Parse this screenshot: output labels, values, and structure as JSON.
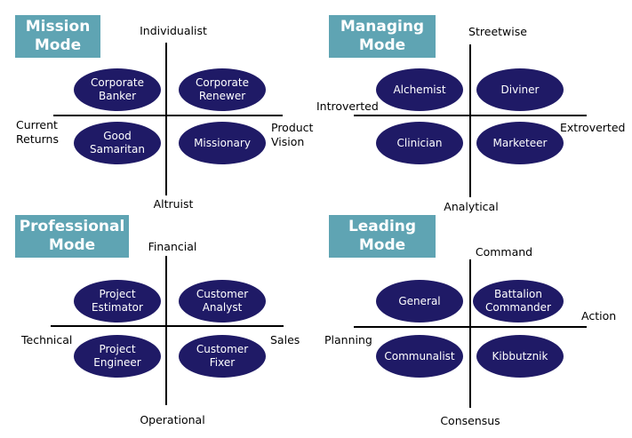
{
  "quadrants": [
    {
      "title": [
        "Mission",
        "Mode"
      ],
      "axes": {
        "top": "Individualist",
        "bottom": "Altruist",
        "left": [
          "Current",
          "Returns"
        ],
        "right": [
          "Product",
          "Vision"
        ]
      },
      "items": [
        [
          "Corporate",
          "Banker"
        ],
        [
          "Corporate",
          "Renewer"
        ],
        [
          "Good",
          "Samaritan"
        ],
        [
          "Missionary"
        ]
      ]
    },
    {
      "title": [
        "Managing",
        "Mode"
      ],
      "axes": {
        "top": "Streetwise",
        "bottom": "Analytical",
        "left": [
          "Introverted"
        ],
        "right": [
          "Extroverted"
        ]
      },
      "items": [
        [
          "Alchemist"
        ],
        [
          "Diviner"
        ],
        [
          "Clinician"
        ],
        [
          "Marketeer"
        ]
      ]
    },
    {
      "title": [
        "Professional",
        "Mode"
      ],
      "axes": {
        "top": "Financial",
        "bottom": "Operational",
        "left": [
          "Technical"
        ],
        "right": [
          "Sales"
        ]
      },
      "items": [
        [
          "Project",
          "Estimator"
        ],
        [
          "Customer",
          "Analyst"
        ],
        [
          "Project",
          "Engineer"
        ],
        [
          "Customer",
          "Fixer"
        ]
      ]
    },
    {
      "title": [
        "Leading",
        "Mode"
      ],
      "axes": {
        "top": "Command",
        "bottom": "Consensus",
        "left": [
          "Planning"
        ],
        "right": [
          "Action"
        ]
      },
      "items": [
        [
          "General"
        ],
        [
          "Battalion",
          "Commander"
        ],
        [
          "Communalist"
        ],
        [
          "Kibbutznik"
        ]
      ]
    }
  ],
  "colors": {
    "title_bg": "#5fa4b3",
    "pill_bg": "#1f1a66",
    "line": "#000000"
  }
}
